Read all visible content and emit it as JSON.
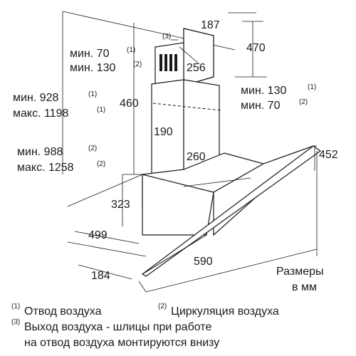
{
  "dimensions": {
    "top_width": "187",
    "duct_depth": "256",
    "top_section_height": "470",
    "chimney_height": "460",
    "chimney_width": "190",
    "chimney_depth": "260",
    "glass_height": "452",
    "body_height": "323",
    "body_depth": "499",
    "width": "590",
    "front_offset": "184"
  },
  "labels": {
    "note_ref": "(3)",
    "min_70_text": "мин. 70",
    "min_70_ref": "(1)",
    "min_130_text": "мин. 130",
    "min_130_ref": "(2)",
    "right_min_130_text": "мин. 130",
    "right_min_130_ref": "(1)",
    "right_min_70_text": "мин. 70",
    "right_min_70_ref": "(2)",
    "min_928_text": "мин. 928",
    "min_928_ref": "(1)",
    "max_1198_text": "макс. 1198",
    "max_1198_ref": "(1)",
    "min_988_text": "мин. 988",
    "min_988_ref": "(2)",
    "max_1258_text": "макс. 1258",
    "max_1258_ref": "(2)",
    "units_line1": "Размеры",
    "units_line2": "в мм"
  },
  "legend": {
    "ref1": "(1)",
    "item1": "Отвод воздуха",
    "ref2": "(2)",
    "item2": "Циркуляция воздуха",
    "ref3": "(3)",
    "item3_line1": "Выход воздуха - шлицы при работе",
    "item3_line2": "на отвод воздуха монтируются внизу"
  }
}
